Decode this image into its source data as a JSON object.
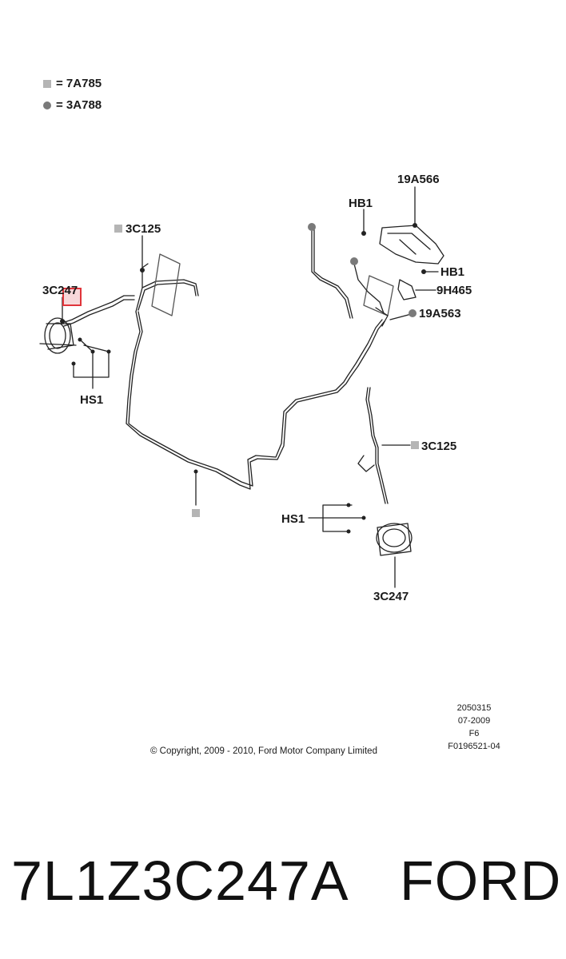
{
  "legend": {
    "square_label": "= 7A785",
    "circle_label": "= 3A788"
  },
  "labels": {
    "p19A566": "19A566",
    "hb1_top": "HB1",
    "hb1_right": "HB1",
    "p9H465": "9H465",
    "p19A563": "19A563",
    "p3C125_left": "3C125",
    "p3C247_left": "3C247",
    "hs1_left": "HS1",
    "p3C125_right": "3C125",
    "hs1_right": "HS1",
    "p3C247_bottom": "3C247"
  },
  "drawing_meta": {
    "line1": "2050315",
    "line2": "07-2009",
    "line3": "F6",
    "line4": "F0196521-04"
  },
  "copyright": "© Copyright, 2009 - 2010, Ford Motor Company Limited",
  "part_number": "7L1Z3C247A",
  "brand": "FORD",
  "colors": {
    "square_marker": "#b5b5b5",
    "circle_marker": "#7a7a7a",
    "highlight": "#e0343a"
  }
}
